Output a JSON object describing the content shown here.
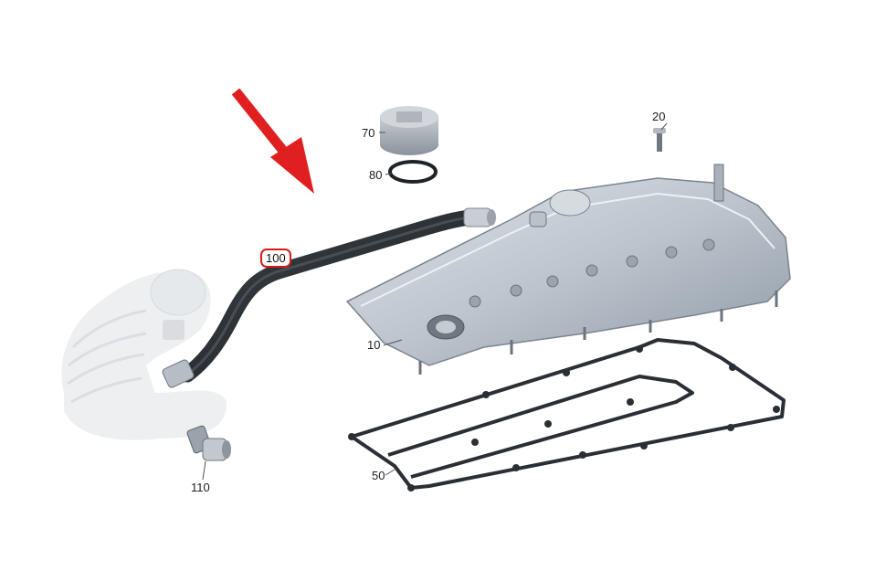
{
  "diagram": {
    "callouts": [
      {
        "id": "c10",
        "label": "10"
      },
      {
        "id": "c20",
        "label": "20"
      },
      {
        "id": "c50",
        "label": "50"
      },
      {
        "id": "c70",
        "label": "70"
      },
      {
        "id": "c80",
        "label": "80"
      },
      {
        "id": "c100",
        "label": "100"
      },
      {
        "id": "c110",
        "label": "110"
      }
    ],
    "highlight_color": "#d91a1a",
    "arrow_color": "#e02020"
  }
}
